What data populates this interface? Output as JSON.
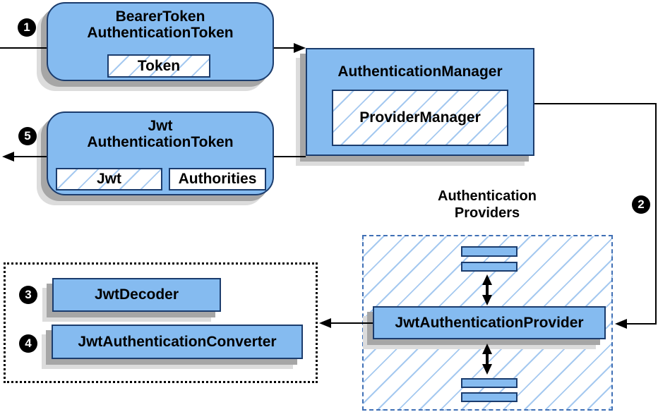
{
  "diagram": {
    "bearer_token_box": {
      "title_line1": "BearerToken",
      "title_line2": "AuthenticationToken",
      "chip": "Token"
    },
    "authentication_manager_box": {
      "title": "AuthenticationManager",
      "chip": "ProviderManager"
    },
    "jwt_token_box": {
      "title_line1": "Jwt",
      "title_line2": "AuthenticationToken",
      "chip_jwt": "Jwt",
      "chip_authorities": "Authorities"
    },
    "providers_group": {
      "label_line1": "Authentication",
      "label_line2": "Providers",
      "provider_box": "JwtAuthenticationProvider"
    },
    "decoders_group": {
      "decoder_box": "JwtDecoder",
      "converter_box": "JwtAuthenticationConverter"
    },
    "steps": {
      "s1": "1",
      "s2": "2",
      "s3": "3",
      "s4": "4",
      "s5": "5"
    },
    "colors": {
      "box_fill": "#85bbf0",
      "box_border": "#1b3c6d",
      "hatch_line": "#a5c9f0",
      "dashed_border": "#3f6fb5",
      "shadow_dark": "#a6a6a6",
      "shadow_light": "#dcdcdc",
      "arrow": "#000000"
    }
  }
}
